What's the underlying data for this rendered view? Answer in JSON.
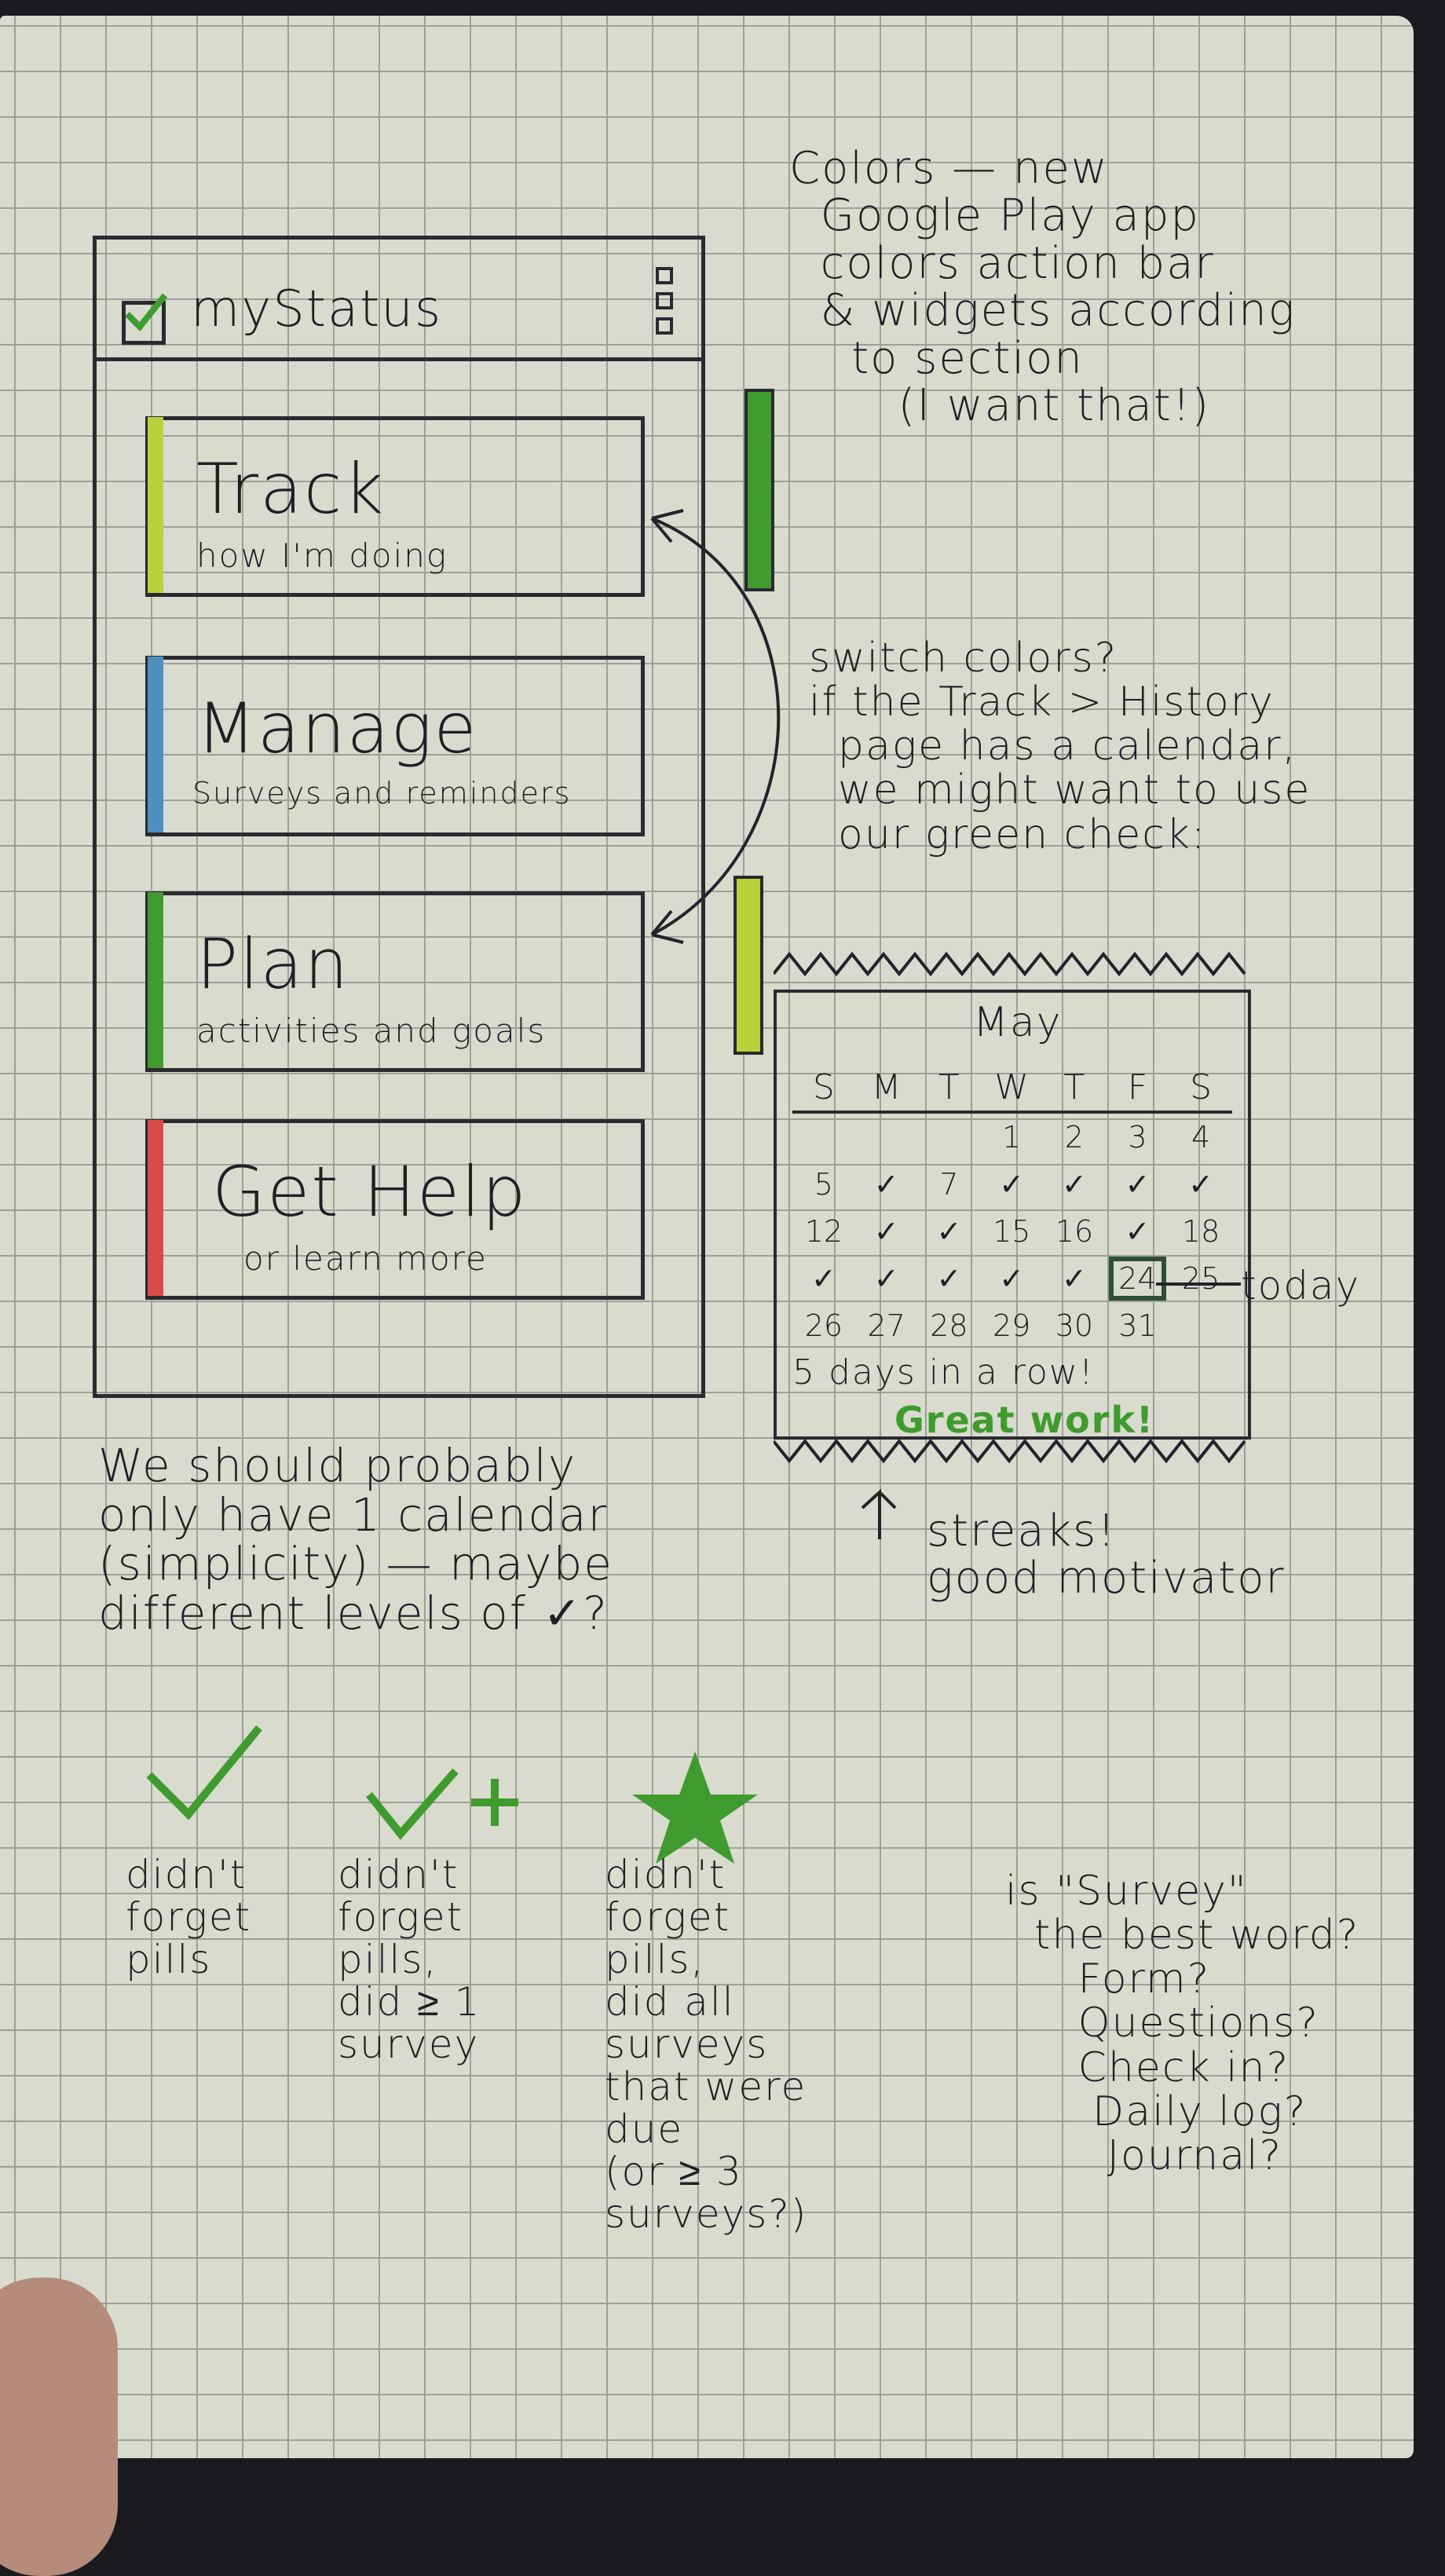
{
  "phone": {
    "app_title": "myStatus",
    "menu_icon": "overflow-menu-icon",
    "cards": [
      {
        "title": "Track",
        "subtitle": "how I'm doing",
        "color": "#b9d23a"
      },
      {
        "title": "Manage",
        "subtitle": "Surveys and reminders",
        "color": "#4f8fc0"
      },
      {
        "title": "Plan",
        "subtitle": "activities and goals",
        "color": "#3f9b2e"
      },
      {
        "title": "Get Help",
        "subtitle": "or learn more",
        "color": "#d94b4b"
      }
    ],
    "side_colors": [
      "#3f9b2e",
      "#b9d23a"
    ]
  },
  "notes": {
    "colors_note": "Colors — new\n  Google Play app\n  colors action bar\n  & widgets according\n    to section\n       (I want that!)",
    "switch_note": "switch colors?\nif the Track > History\n  page has a calendar,\n  we might want to use\n  our green check:",
    "streaks_note": "streaks!\ngood motivator",
    "today_label": "today",
    "calendar_note": "We should probably\nonly have 1 calendar\n(simplicity) — maybe\ndifferent levels of ✓?",
    "survey_note": "is \"Survey\"\n  the best word?\n     Form?\n     Questions?\n     Check in?\n      Daily log?\n       Journal?"
  },
  "calendar": {
    "month": "May",
    "days_header": [
      "S",
      "M",
      "T",
      "W",
      "T",
      "F",
      "S"
    ],
    "weeks": [
      [
        "",
        "",
        "",
        "1",
        "2",
        "3",
        "4"
      ],
      [
        "5",
        "✓",
        "7",
        "✓",
        "✓",
        "✓",
        "✓"
      ],
      [
        "12",
        "✓",
        "✓",
        "15",
        "16",
        "✓",
        "18"
      ],
      [
        "✓",
        "✓",
        "✓",
        "✓",
        "✓",
        "24",
        "25"
      ],
      [
        "26",
        "27",
        "28",
        "29",
        "30",
        "31",
        ""
      ]
    ],
    "today": "24",
    "streak_text": "5 days in a row!",
    "praise": "Great work!"
  },
  "legend": [
    {
      "symbol": "check-icon",
      "text": "didn't\nforget\npills"
    },
    {
      "symbol": "check-plus-icon",
      "text": "didn't\nforget\npills,\ndid ≥ 1\nsurvey"
    },
    {
      "symbol": "star-icon",
      "text": "didn't\nforget\npills,\ndid all\nsurveys\nthat were\ndue\n(or ≥ 3\nsurveys?)"
    }
  ],
  "colors": {
    "ink": "#23232a",
    "green": "#3f9b2e",
    "paper": "#d9dbcf"
  }
}
